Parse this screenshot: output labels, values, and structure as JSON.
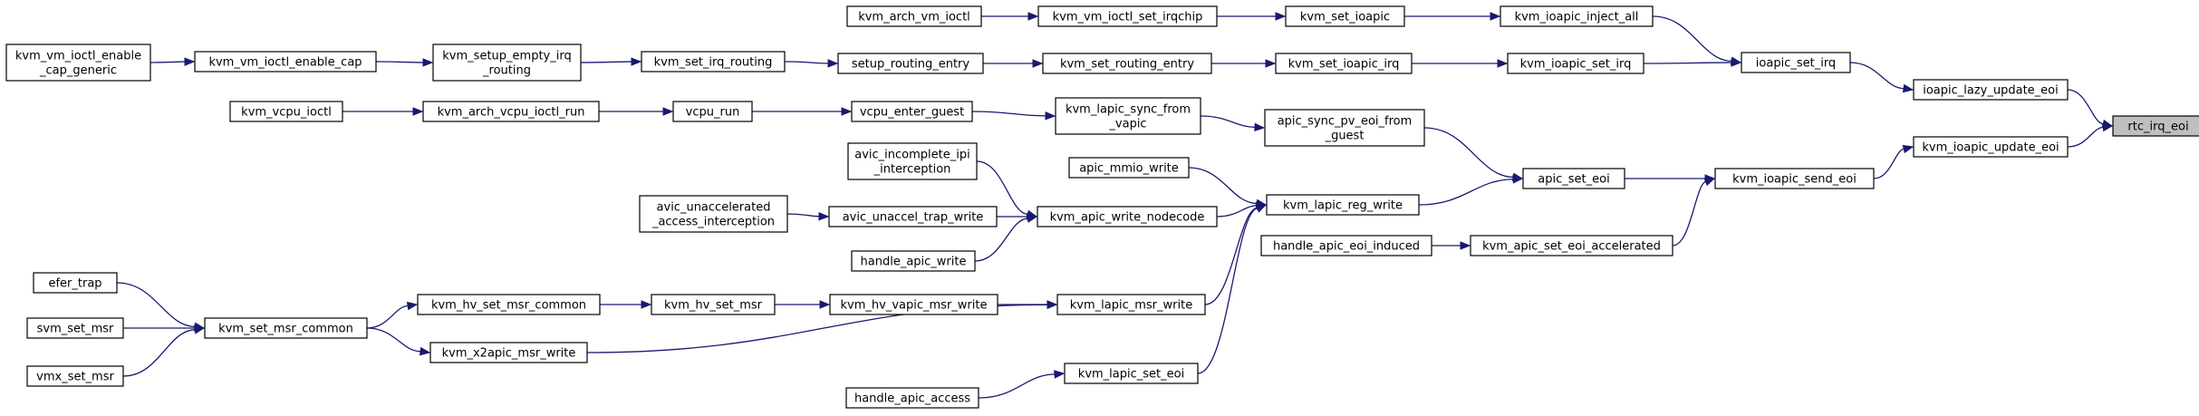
{
  "graph": {
    "root": "rtc_irq_eoi",
    "nodes": [
      {
        "id": "rtc_irq_eoi",
        "lines": [
          "rtc_irq_eoi"
        ]
      },
      {
        "id": "ioapic_lazy_update_eoi",
        "lines": [
          "ioapic_lazy_update_eoi"
        ]
      },
      {
        "id": "kvm_ioapic_update_eoi",
        "lines": [
          "kvm_ioapic_update_eoi"
        ]
      },
      {
        "id": "ioapic_set_irq",
        "lines": [
          "ioapic_set_irq"
        ]
      },
      {
        "id": "kvm_ioapic_send_eoi",
        "lines": [
          "kvm_ioapic_send_eoi"
        ]
      },
      {
        "id": "kvm_ioapic_inject_all",
        "lines": [
          "kvm_ioapic_inject_all"
        ]
      },
      {
        "id": "kvm_ioapic_set_irq",
        "lines": [
          "kvm_ioapic_set_irq"
        ]
      },
      {
        "id": "apic_set_eoi",
        "lines": [
          "apic_set_eoi"
        ]
      },
      {
        "id": "kvm_apic_set_eoi_accelerated",
        "lines": [
          "kvm_apic_set_eoi_accelerated"
        ]
      },
      {
        "id": "kvm_set_ioapic",
        "lines": [
          "kvm_set_ioapic"
        ]
      },
      {
        "id": "kvm_set_ioapic_irq",
        "lines": [
          "kvm_set_ioapic_irq"
        ]
      },
      {
        "id": "apic_sync_pv_eoi_from_guest",
        "lines": [
          "apic_sync_pv_eoi_from",
          "_guest"
        ]
      },
      {
        "id": "kvm_lapic_reg_write",
        "lines": [
          "kvm_lapic_reg_write"
        ]
      },
      {
        "id": "handle_apic_eoi_induced",
        "lines": [
          "handle_apic_eoi_induced"
        ]
      },
      {
        "id": "kvm_vm_ioctl_set_irqchip",
        "lines": [
          "kvm_vm_ioctl_set_irqchip"
        ]
      },
      {
        "id": "kvm_set_routing_entry",
        "lines": [
          "kvm_set_routing_entry"
        ]
      },
      {
        "id": "kvm_lapic_sync_from_vapic",
        "lines": [
          "kvm_lapic_sync_from",
          "_vapic"
        ]
      },
      {
        "id": "apic_mmio_write",
        "lines": [
          "apic_mmio_write"
        ]
      },
      {
        "id": "kvm_apic_write_nodecode",
        "lines": [
          "kvm_apic_write_nodecode"
        ]
      },
      {
        "id": "kvm_lapic_msr_write",
        "lines": [
          "kvm_lapic_msr_write"
        ]
      },
      {
        "id": "kvm_lapic_set_eoi",
        "lines": [
          "kvm_lapic_set_eoi"
        ]
      },
      {
        "id": "kvm_arch_vm_ioctl",
        "lines": [
          "kvm_arch_vm_ioctl"
        ]
      },
      {
        "id": "setup_routing_entry",
        "lines": [
          "setup_routing_entry"
        ]
      },
      {
        "id": "vcpu_enter_guest",
        "lines": [
          "vcpu_enter_guest"
        ]
      },
      {
        "id": "avic_incomplete_ipi_interception",
        "lines": [
          "avic_incomplete_ipi",
          "_interception"
        ]
      },
      {
        "id": "avic_unaccel_trap_write",
        "lines": [
          "avic_unaccel_trap_write"
        ]
      },
      {
        "id": "handle_apic_write",
        "lines": [
          "handle_apic_write"
        ]
      },
      {
        "id": "kvm_hv_vapic_msr_write",
        "lines": [
          "kvm_hv_vapic_msr_write"
        ]
      },
      {
        "id": "handle_apic_access",
        "lines": [
          "handle_apic_access"
        ]
      },
      {
        "id": "kvm_set_irq_routing",
        "lines": [
          "kvm_set_irq_routing"
        ]
      },
      {
        "id": "vcpu_run",
        "lines": [
          "vcpu_run"
        ]
      },
      {
        "id": "avic_unaccelerated_access_interception",
        "lines": [
          "avic_unaccelerated",
          "_access_interception"
        ]
      },
      {
        "id": "kvm_hv_set_msr",
        "lines": [
          "kvm_hv_set_msr"
        ]
      },
      {
        "id": "kvm_setup_empty_irq_routing",
        "lines": [
          "kvm_setup_empty_irq",
          "_routing"
        ]
      },
      {
        "id": "kvm_arch_vcpu_ioctl_run",
        "lines": [
          "kvm_arch_vcpu_ioctl_run"
        ]
      },
      {
        "id": "kvm_hv_set_msr_common",
        "lines": [
          "kvm_hv_set_msr_common"
        ]
      },
      {
        "id": "kvm_x2apic_msr_write",
        "lines": [
          "kvm_x2apic_msr_write"
        ]
      },
      {
        "id": "kvm_vm_ioctl_enable_cap",
        "lines": [
          "kvm_vm_ioctl_enable_cap"
        ]
      },
      {
        "id": "kvm_vcpu_ioctl",
        "lines": [
          "kvm_vcpu_ioctl"
        ]
      },
      {
        "id": "kvm_set_msr_common",
        "lines": [
          "kvm_set_msr_common"
        ]
      },
      {
        "id": "kvm_vm_ioctl_enable_cap_generic",
        "lines": [
          "kvm_vm_ioctl_enable",
          "_cap_generic"
        ]
      },
      {
        "id": "efer_trap",
        "lines": [
          "efer_trap"
        ]
      },
      {
        "id": "svm_set_msr",
        "lines": [
          "svm_set_msr"
        ]
      },
      {
        "id": "vmx_set_msr",
        "lines": [
          "vmx_set_msr"
        ]
      }
    ],
    "edges": [
      {
        "from": "ioapic_lazy_update_eoi",
        "to": "rtc_irq_eoi"
      },
      {
        "from": "kvm_ioapic_update_eoi",
        "to": "rtc_irq_eoi"
      },
      {
        "from": "ioapic_set_irq",
        "to": "ioapic_lazy_update_eoi"
      },
      {
        "from": "kvm_ioapic_send_eoi",
        "to": "kvm_ioapic_update_eoi"
      },
      {
        "from": "kvm_ioapic_inject_all",
        "to": "ioapic_set_irq"
      },
      {
        "from": "kvm_ioapic_set_irq",
        "to": "ioapic_set_irq"
      },
      {
        "from": "apic_set_eoi",
        "to": "kvm_ioapic_send_eoi"
      },
      {
        "from": "kvm_apic_set_eoi_accelerated",
        "to": "kvm_ioapic_send_eoi"
      },
      {
        "from": "kvm_set_ioapic",
        "to": "kvm_ioapic_inject_all"
      },
      {
        "from": "kvm_set_ioapic_irq",
        "to": "kvm_ioapic_set_irq"
      },
      {
        "from": "apic_sync_pv_eoi_from_guest",
        "to": "apic_set_eoi"
      },
      {
        "from": "kvm_lapic_reg_write",
        "to": "apic_set_eoi"
      },
      {
        "from": "handle_apic_eoi_induced",
        "to": "kvm_apic_set_eoi_accelerated"
      },
      {
        "from": "kvm_vm_ioctl_set_irqchip",
        "to": "kvm_set_ioapic"
      },
      {
        "from": "kvm_set_routing_entry",
        "to": "kvm_set_ioapic_irq"
      },
      {
        "from": "kvm_lapic_sync_from_vapic",
        "to": "apic_sync_pv_eoi_from_guest"
      },
      {
        "from": "apic_mmio_write",
        "to": "kvm_lapic_reg_write"
      },
      {
        "from": "kvm_apic_write_nodecode",
        "to": "kvm_lapic_reg_write"
      },
      {
        "from": "kvm_lapic_msr_write",
        "to": "kvm_lapic_reg_write"
      },
      {
        "from": "kvm_lapic_set_eoi",
        "to": "kvm_lapic_reg_write"
      },
      {
        "from": "kvm_arch_vm_ioctl",
        "to": "kvm_vm_ioctl_set_irqchip"
      },
      {
        "from": "setup_routing_entry",
        "to": "kvm_set_routing_entry"
      },
      {
        "from": "vcpu_enter_guest",
        "to": "kvm_lapic_sync_from_vapic"
      },
      {
        "from": "avic_incomplete_ipi_interception",
        "to": "kvm_apic_write_nodecode"
      },
      {
        "from": "avic_unaccel_trap_write",
        "to": "kvm_apic_write_nodecode"
      },
      {
        "from": "handle_apic_write",
        "to": "kvm_apic_write_nodecode"
      },
      {
        "from": "kvm_hv_vapic_msr_write",
        "to": "kvm_lapic_msr_write"
      },
      {
        "from": "kvm_x2apic_msr_write",
        "to": "kvm_lapic_msr_write"
      },
      {
        "from": "handle_apic_access",
        "to": "kvm_lapic_set_eoi"
      },
      {
        "from": "kvm_set_irq_routing",
        "to": "setup_routing_entry"
      },
      {
        "from": "vcpu_run",
        "to": "vcpu_enter_guest"
      },
      {
        "from": "avic_unaccelerated_access_interception",
        "to": "avic_unaccel_trap_write"
      },
      {
        "from": "kvm_hv_set_msr",
        "to": "kvm_hv_vapic_msr_write"
      },
      {
        "from": "kvm_setup_empty_irq_routing",
        "to": "kvm_set_irq_routing"
      },
      {
        "from": "kvm_arch_vcpu_ioctl_run",
        "to": "vcpu_run"
      },
      {
        "from": "kvm_hv_set_msr_common",
        "to": "kvm_hv_set_msr"
      },
      {
        "from": "kvm_set_msr_common",
        "to": "kvm_x2apic_msr_write"
      },
      {
        "from": "kvm_vm_ioctl_enable_cap",
        "to": "kvm_setup_empty_irq_routing"
      },
      {
        "from": "kvm_vcpu_ioctl",
        "to": "kvm_arch_vcpu_ioctl_run"
      },
      {
        "from": "kvm_set_msr_common",
        "to": "kvm_hv_set_msr_common"
      },
      {
        "from": "kvm_vm_ioctl_enable_cap_generic",
        "to": "kvm_vm_ioctl_enable_cap"
      },
      {
        "from": "efer_trap",
        "to": "kvm_set_msr_common"
      },
      {
        "from": "svm_set_msr",
        "to": "kvm_set_msr_common"
      },
      {
        "from": "vmx_set_msr",
        "to": "kvm_set_msr_common"
      }
    ]
  }
}
